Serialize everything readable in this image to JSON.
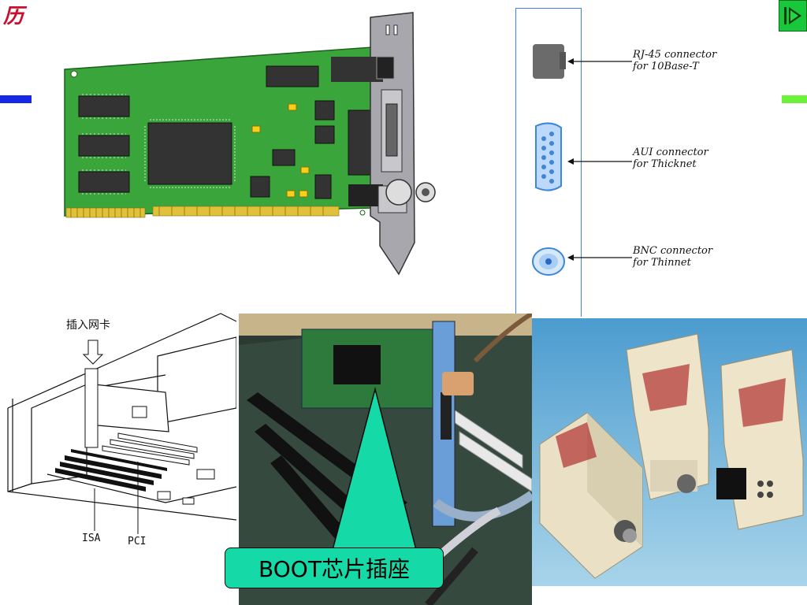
{
  "logo": {
    "glyph": "历"
  },
  "nav": {
    "icon": "next-slide-icon"
  },
  "colors": {
    "accent_blue": "#1428e6",
    "accent_green": "#6cf23a",
    "callout": "#16d9a8",
    "panel_border": "#3e86d8"
  },
  "connectors": [
    {
      "line1": "RJ-45 connector",
      "line2": "for 10Base-T"
    },
    {
      "line1": "AUI connector",
      "line2": "for Thicknet"
    },
    {
      "line1": "BNC connector",
      "line2": "for Thinnet"
    }
  ],
  "diagram": {
    "insert_label": "插入网卡",
    "isa_label": "ISA",
    "pci_label": "PCI"
  },
  "callout": {
    "text": "BOOT芯片插座"
  }
}
